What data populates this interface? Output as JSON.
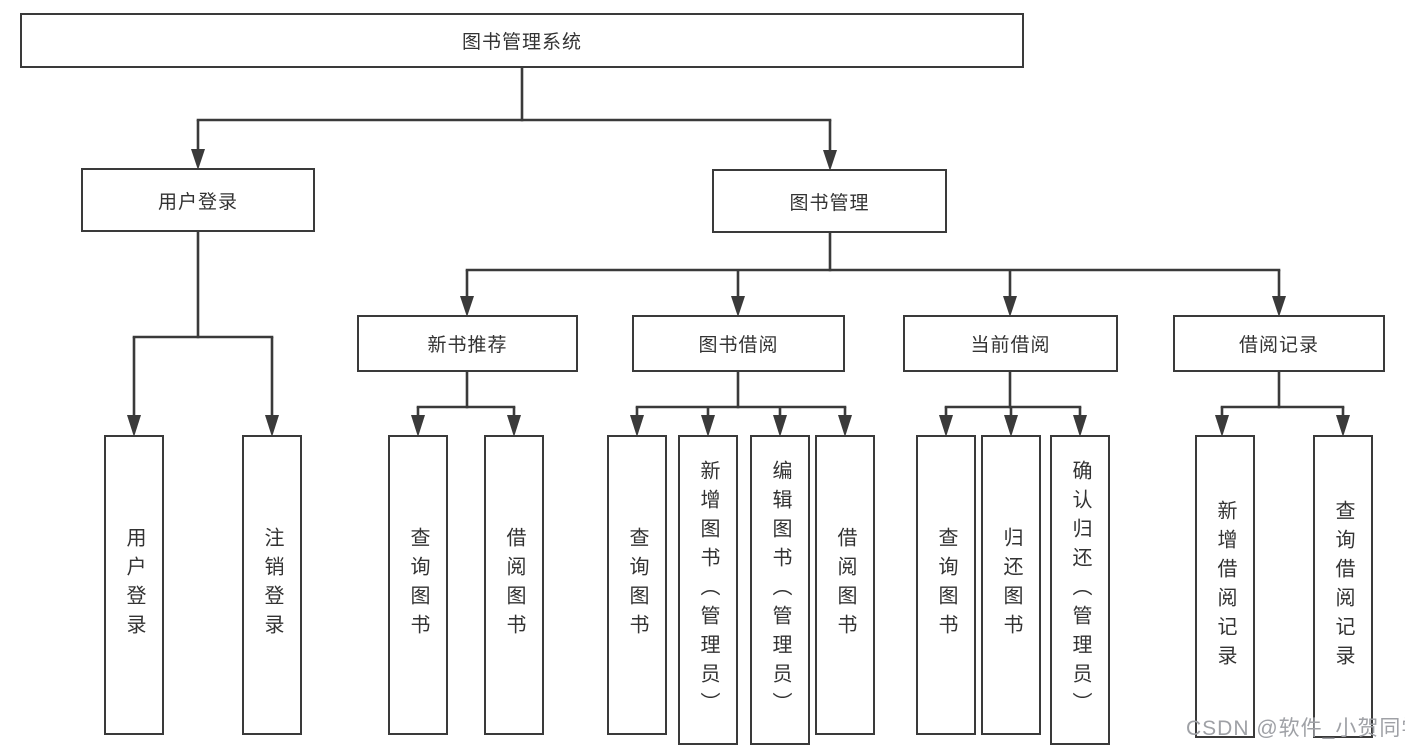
{
  "diagram_type": "hierarchy-flowchart",
  "tree": {
    "label": "图书管理系统",
    "children": [
      {
        "label": "用户登录",
        "children": [
          {
            "label": "用户登录"
          },
          {
            "label": "注销登录"
          }
        ]
      },
      {
        "label": "图书管理",
        "children": [
          {
            "label": "新书推荐",
            "children": [
              {
                "label": "查询图书"
              },
              {
                "label": "借阅图书"
              }
            ]
          },
          {
            "label": "图书借阅",
            "children": [
              {
                "label": "查询图书"
              },
              {
                "label": "新增图书（管理员）"
              },
              {
                "label": "编辑图书（管理员）"
              },
              {
                "label": "借阅图书"
              }
            ]
          },
          {
            "label": "当前借阅",
            "children": [
              {
                "label": "查询图书"
              },
              {
                "label": "归还图书"
              },
              {
                "label": "确认归还（管理员）"
              }
            ]
          },
          {
            "label": "借阅记录",
            "children": [
              {
                "label": "新增借阅记录"
              },
              {
                "label": "查询借阅记录"
              }
            ]
          }
        ]
      }
    ]
  },
  "watermark": "CSDN @软件_小贺同学",
  "colors": {
    "line": "#3a3a3a",
    "box_border": "#3a3a3a",
    "text": "#333333",
    "watermark": "#9fa1a6",
    "background": "#ffffff"
  }
}
